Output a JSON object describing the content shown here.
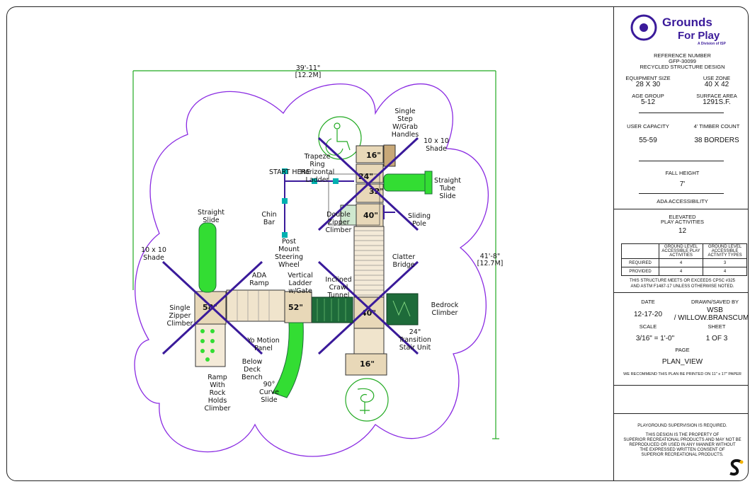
{
  "plan": {
    "dim_width_ft": "39'-11\"",
    "dim_width_m": "[12.2M]",
    "dim_depth_ft": "41'-8\"",
    "dim_depth_m": "[12.7M]",
    "start_here": "START HERE",
    "labels": {
      "single_step": [
        "Single",
        "Step",
        "W/Grab",
        "Handles"
      ],
      "shade_right": [
        "10 x 10",
        "Shade"
      ],
      "shade_left": [
        "10 x 10",
        "Shade"
      ],
      "trapeze": [
        "Trapeze",
        "Ring",
        "Horizontal",
        "Ladder"
      ],
      "straight_tube_slide": [
        "Straight",
        "Tube",
        "Slide"
      ],
      "chin_bar": [
        "Chin",
        "Bar"
      ],
      "double_zipper": [
        "Double",
        "Zipper",
        "Climber"
      ],
      "sliding_pole": [
        "Sliding",
        "Pole"
      ],
      "straight_slide": [
        "Straight",
        "Slide"
      ],
      "post_mount": [
        "Post",
        "Mount",
        "Steering",
        "Wheel"
      ],
      "clatter_bridge": [
        "Clatter",
        "Bridge"
      ],
      "ada_ramp": [
        "ADA",
        "Ramp"
      ],
      "vertical_ladder": [
        "Vertical",
        "Ladder",
        "w/Gate"
      ],
      "inclined_crawl": [
        "Inclined",
        "Crawl",
        "Tunnel"
      ],
      "single_zipper": [
        "Single",
        "Zipper",
        "Climber"
      ],
      "bedrock": [
        "Bedrock",
        "Climber"
      ],
      "transition": [
        "24\"",
        "Transition",
        "Stair Unit"
      ],
      "yo_motion": [
        "Yo Motion",
        "Panel"
      ],
      "below_deck": [
        "Below",
        "Deck",
        "Bench"
      ],
      "curve_slide": [
        "90°",
        "Curve",
        "Slide"
      ],
      "ramp_rock": [
        "Ramp",
        "With",
        "Rock",
        "Holds",
        "Climber"
      ]
    },
    "deck_heights": [
      "16\"",
      "24\"",
      "32\"",
      "40\"",
      "58\"",
      "52\"",
      "40\"",
      "16\""
    ]
  },
  "title_block": {
    "brand_line1": "Grounds",
    "brand_line2": "For Play",
    "brand_sub": "A Division of ISP",
    "reference_label": "REFERENCE NUMBER",
    "reference_value": "GFP-30099",
    "design_type": "RECYCLED STRUCTURE DESIGN",
    "equipment_size_label": "EQUIPMENT SIZE",
    "equipment_size_value": "28 X 30",
    "use_zone_label": "USE ZONE",
    "use_zone_value": "40 X 42",
    "age_group_label": "AGE GROUP",
    "age_group_value": "5-12",
    "surface_area_label": "SURFACE AREA",
    "surface_area_value": "1291S.F.",
    "user_capacity_label": "USER CAPACITY",
    "user_capacity_value": "55-59",
    "timber_label": "4' TIMBER COUNT",
    "timber_value": "38 BORDERS",
    "fall_height_label": "FALL HEIGHT",
    "fall_height_value": "7'",
    "ada_label": "ADA ACCESSIBILITY",
    "elevated_label_1": "ELEVATED",
    "elevated_label_2": "PLAY ACTIVITIES",
    "elevated_value": "12",
    "ada_col1": "GROUND LEVEL ACCESSIBLE PLAY ACTIVITIES",
    "ada_col2": "GROUND LEVEL ACCESSIBLE ACTIVITY TYPES",
    "ada_rows": [
      {
        "label": "REQUIRED",
        "c1": "4",
        "c2": "3"
      },
      {
        "label": "PROVIDED",
        "c1": "4",
        "c2": "4"
      }
    ],
    "cpsc_note_1": "THIS STRUCTURE MEETS OR EXCEEDS CPSC #325",
    "cpsc_note_2": "AND ASTM F1487-17 UNLESS OTHERWISE NOTED.",
    "date_label": "DATE",
    "date_value": "12-17-20",
    "drawn_label": "DRAWN/SAVED BY",
    "drawn_value_1": "WSB",
    "drawn_value_2": "/ WILLOW.BRANSCUM",
    "scale_label": "SCALE",
    "scale_value": "3/16\" = 1'-0\"",
    "sheet_label": "SHEET",
    "sheet_value": "1  OF  3",
    "page_label": "PAGE",
    "page_value": "PLAN_VIEW",
    "print_note": "WE RECOMMEND THIS PLAN BE PRINTED ON 11\" x 17\" PAPER",
    "supervision": "PLAYGROUND SUPERVISION IS REQUIRED.",
    "property_1": "THIS DESIGN IS THE PROPERTY OF",
    "property_2": "SUPERIOR RECREATIONAL PRODUCTS AND MAY NOT BE",
    "property_3": "REPRODUCED OR USED IN ANY MANNER WITHOUT",
    "property_4": "THE EXPRESSED WRITTEN CONSENT OF",
    "property_5": "SUPERIOR RECREATIONAL PRODUCTS."
  },
  "colors": {
    "zone": "#8a2be2",
    "dimension": "#22aa22",
    "slide": "#33dd33",
    "dark_green": "#1e6b3a",
    "deck": "#e8d8b8",
    "post": "#00b0b0",
    "shade": "#3a1a9a"
  }
}
